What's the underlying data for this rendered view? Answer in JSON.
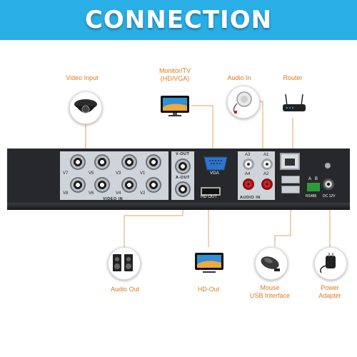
{
  "banner": {
    "title": "CONNECTION"
  },
  "labels": {
    "video_input": "Video Input",
    "monitor": "Monitor/TV",
    "monitor_sub": "(HD/VGA)",
    "audio_in": "Audio In",
    "router": "Router",
    "audio_out": "Audio Out",
    "hd_out": "HD-Out",
    "mouse": "Mouse",
    "mouse_sub": "USB Interface",
    "power": "Power",
    "power_sub": "Adapter"
  },
  "panel": {
    "video_in": "VIDEO IN",
    "v1": "V1",
    "v2": "V2",
    "v3": "V3",
    "v4": "V4",
    "v5": "V5",
    "v6": "V6",
    "v7": "V7",
    "v8": "V8",
    "v_out": "V-OUT",
    "a_out": "A-OUT",
    "vga": "VGA",
    "hd_out": "HD OUT",
    "audio_in": "AUDIO IN",
    "a1": "A1",
    "a2": "A2",
    "a3": "A3",
    "a4": "A4",
    "a": "A",
    "b": "B",
    "rs485": "RS485",
    "dc12v": "DC 12V"
  },
  "colors": {
    "banner": "#2aaee6",
    "label": "#e07a1f",
    "leader": "#e8a15c"
  }
}
